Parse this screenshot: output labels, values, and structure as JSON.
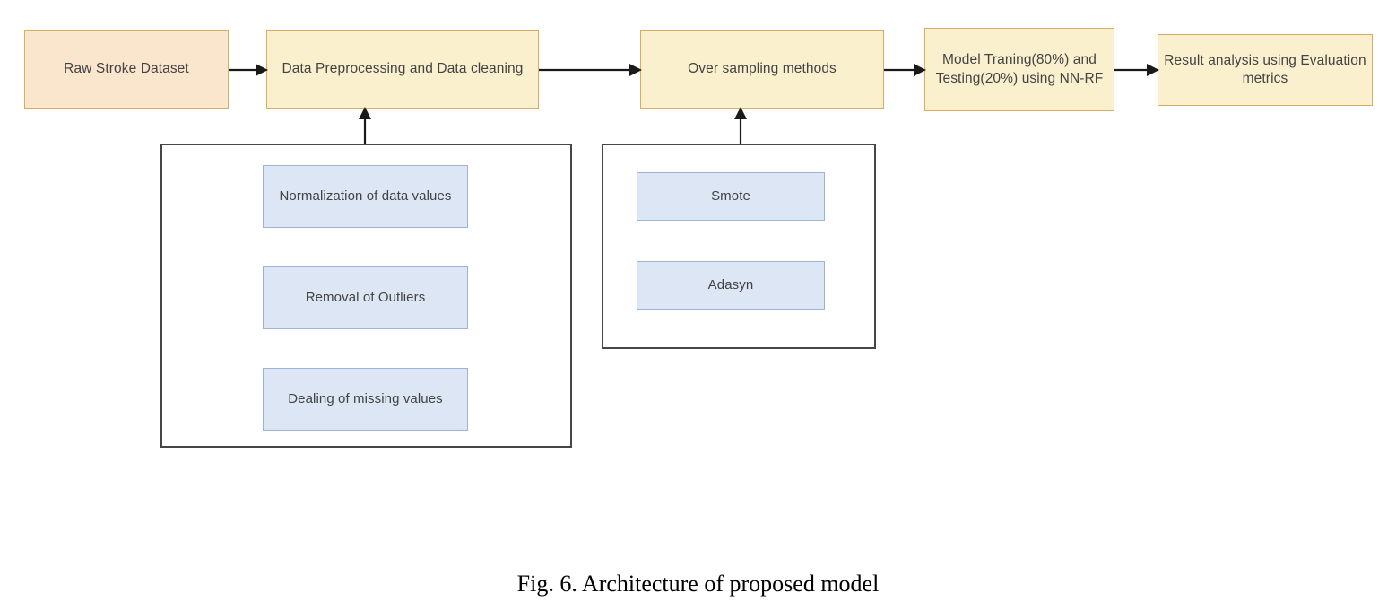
{
  "figure": {
    "caption": "Fig. 6. Architecture of proposed model",
    "colors": {
      "raw_dataset_fill": "#fae5cd",
      "stage_fill": "#fbf0ce",
      "stage_border": "#d7ad63",
      "sub_node_fill": "#dce6f4",
      "sub_node_border": "#9cb4d3",
      "group_border": "#464646",
      "connector": "#1a1a1a",
      "text": "#434343",
      "background": "#ffffff"
    }
  },
  "pipeline": {
    "stages": [
      {
        "id": "raw-stroke-dataset",
        "label": "Raw Stroke Dataset"
      },
      {
        "id": "data-preprocessing",
        "label": "Data Preprocessing and Data cleaning"
      },
      {
        "id": "over-sampling-methods",
        "label": "Over sampling methods"
      },
      {
        "id": "model-training-testing",
        "label": "Model Traning(80%) and Testing(20%) using NN-RF"
      },
      {
        "id": "result-analysis",
        "label": "Result analysis using Evaluation metrics"
      }
    ]
  },
  "groups": [
    {
      "id": "preprocessing-steps",
      "feeds": "data-preprocessing",
      "items": [
        {
          "id": "normalization-of-data-values",
          "label": "Normalization of data values"
        },
        {
          "id": "removal-of-outliers",
          "label": "Removal of Outliers"
        },
        {
          "id": "dealing-of-missing-values",
          "label": "Dealing of missing values"
        }
      ]
    },
    {
      "id": "over-sampling-techniques",
      "feeds": "over-sampling-methods",
      "items": [
        {
          "id": "smote",
          "label": "Smote"
        },
        {
          "id": "adasyn",
          "label": "Adasyn"
        }
      ]
    }
  ]
}
